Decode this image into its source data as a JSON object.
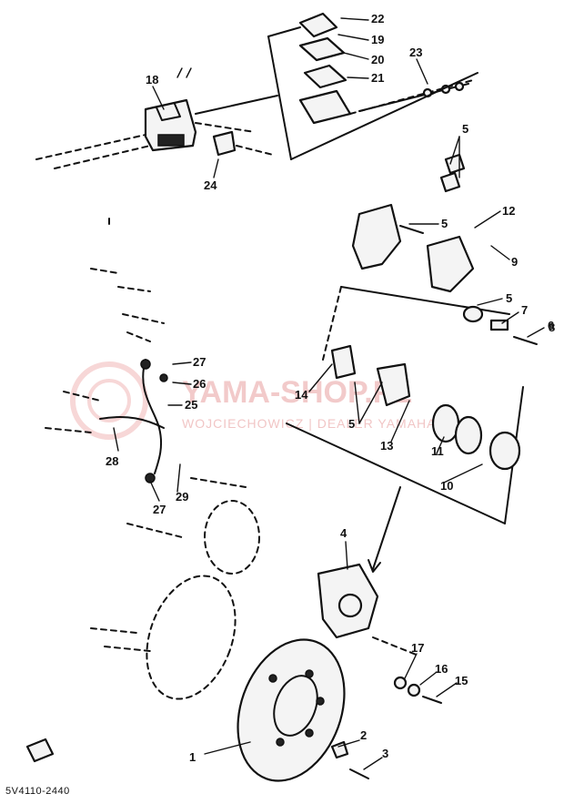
{
  "diagram": {
    "callouts": [
      {
        "id": "1",
        "label": "1"
      },
      {
        "id": "2",
        "label": "2"
      },
      {
        "id": "3",
        "label": "3"
      },
      {
        "id": "4",
        "label": "4"
      },
      {
        "id": "5a",
        "label": "5"
      },
      {
        "id": "5b",
        "label": "5"
      },
      {
        "id": "5c",
        "label": "5"
      },
      {
        "id": "5d",
        "label": "5"
      },
      {
        "id": "6",
        "label": "6"
      },
      {
        "id": "7",
        "label": "7"
      },
      {
        "id": "8",
        "label": "8"
      },
      {
        "id": "9",
        "label": "9"
      },
      {
        "id": "10",
        "label": "10"
      },
      {
        "id": "11",
        "label": "11"
      },
      {
        "id": "12",
        "label": "12"
      },
      {
        "id": "13",
        "label": "13"
      },
      {
        "id": "14",
        "label": "14"
      },
      {
        "id": "15",
        "label": "15"
      },
      {
        "id": "16",
        "label": "16"
      },
      {
        "id": "17",
        "label": "17"
      },
      {
        "id": "18",
        "label": "18"
      },
      {
        "id": "19",
        "label": "19"
      },
      {
        "id": "20",
        "label": "20"
      },
      {
        "id": "21",
        "label": "21"
      },
      {
        "id": "22",
        "label": "22"
      },
      {
        "id": "23",
        "label": "23"
      },
      {
        "id": "24",
        "label": "24"
      },
      {
        "id": "25",
        "label": "25"
      },
      {
        "id": "26",
        "label": "26"
      },
      {
        "id": "27a",
        "label": "27"
      },
      {
        "id": "27b",
        "label": "27"
      },
      {
        "id": "28",
        "label": "28"
      },
      {
        "id": "29",
        "label": "29"
      }
    ],
    "code_text": "5V4110-2440",
    "watermark_title": "YAMA-SHOP.PL",
    "watermark_subtitle": "WOJCIECHOWICZ | DEALER YAMAHA"
  }
}
